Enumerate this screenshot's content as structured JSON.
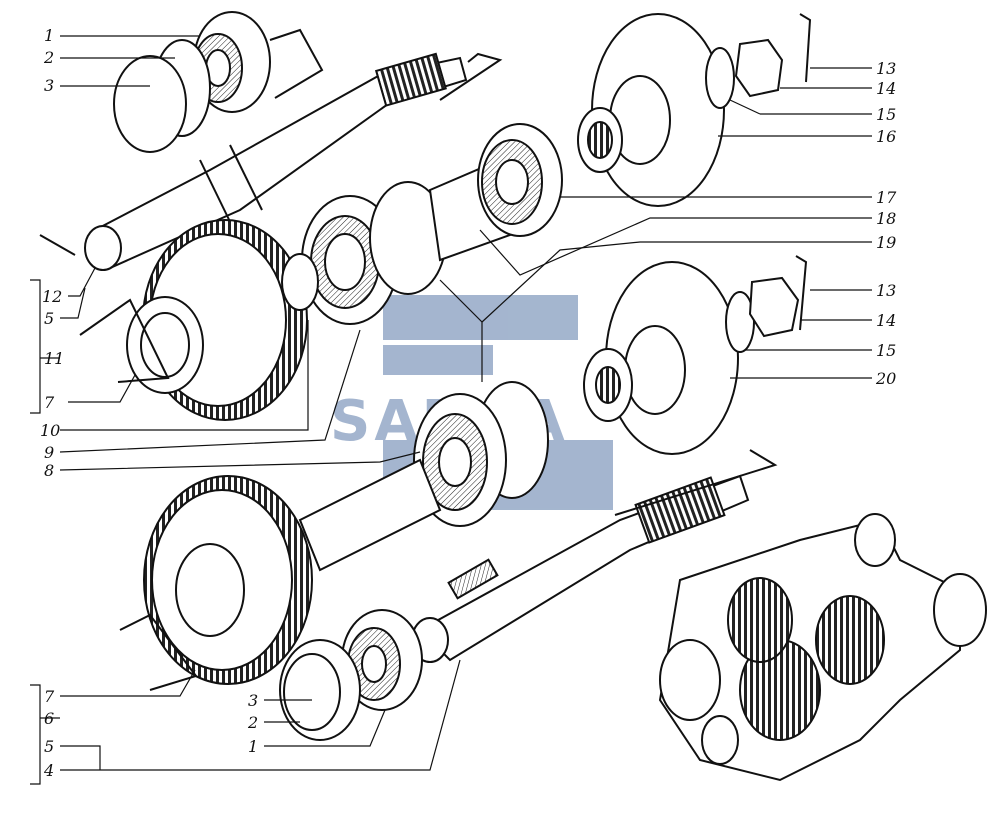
{
  "watermark": {
    "text": "SAMPA",
    "color": "#5a7aa8"
  },
  "ink_color": "#111111",
  "labels": {
    "l1a": "1",
    "l2a": "2",
    "l3a": "3",
    "l13a": "13",
    "l14a": "14",
    "l15a": "15",
    "l16": "16",
    "l17": "17",
    "l18": "18",
    "l19": "19",
    "l12": "12",
    "l5a": "5",
    "l11": "11",
    "l7a": "7",
    "l13b": "13",
    "l14b": "14",
    "l15b": "15",
    "l20": "20",
    "l10": "10",
    "l9": "9",
    "l8": "8",
    "l7b": "7",
    "l6": "6",
    "l5b": "5",
    "l4": "4",
    "l3b": "3",
    "l2b": "2",
    "l1b": "1"
  }
}
